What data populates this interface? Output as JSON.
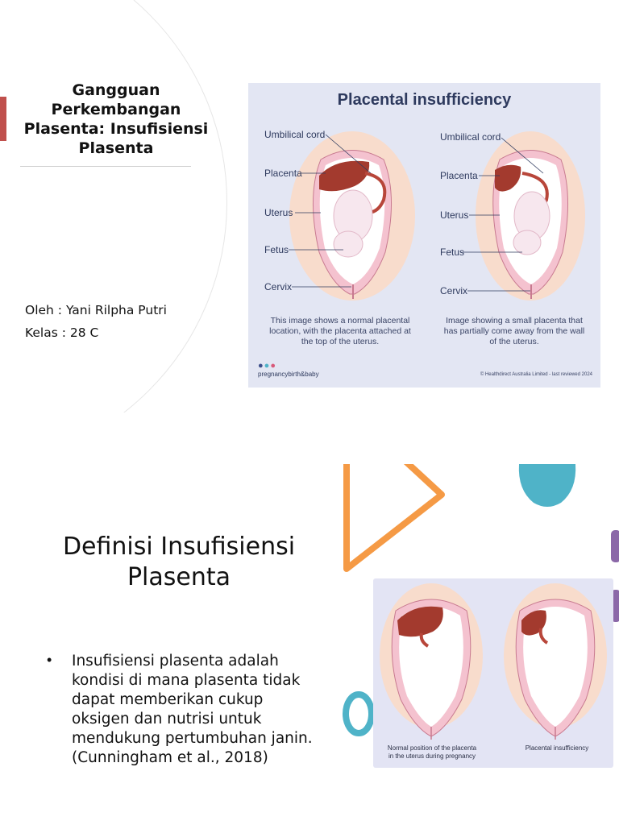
{
  "slide1": {
    "title": "Gangguan Perkembangan Plasenta: Insufisiensi Plasenta",
    "author_line": "Oleh : Yani Rilpha Putri",
    "class_line": "Kelas : 28 C",
    "figure": {
      "title": "Placental insufficiency",
      "left_labels": [
        "Umbilical cord",
        "Placenta",
        "Uterus",
        "Fetus",
        "Cervix"
      ],
      "right_labels": [
        "Umbilical cord",
        "Placenta",
        "Uterus",
        "Fetus",
        "Cervix"
      ],
      "left_caption": "This image shows a normal placental location, with the placenta attached at the top of the uterus.",
      "right_caption": "Image showing a small placenta that has partially come away from the wall of the uterus.",
      "logo_text": "pregnancybirth&baby",
      "credit": "© Healthdirect Australia Limited - last reviewed 2024"
    },
    "colors": {
      "accent_bar": "#c0504d",
      "figure_bg": "#e3e6f3",
      "placenta": "#a33a2e",
      "uterus_wall": "#f4c2cf"
    }
  },
  "slide2": {
    "title": "Definisi Insufisiensi Plasenta",
    "bullet_symbol": "•",
    "bullet": "Insufisiensi plasenta adalah kondisi di mana plasenta tidak dapat memberikan cukup oksigen dan nutrisi untuk mendukung pertumbuhan janin.(Cunningham et al., 2018)",
    "figure": {
      "left_caption": "Normal position of the placenta in the uterus during pregnancy",
      "right_caption": "Placental insufficiency"
    },
    "colors": {
      "orange_triangle": "#f59a45",
      "teal": "#4fb3c8",
      "purple": "#8b68a8"
    }
  }
}
